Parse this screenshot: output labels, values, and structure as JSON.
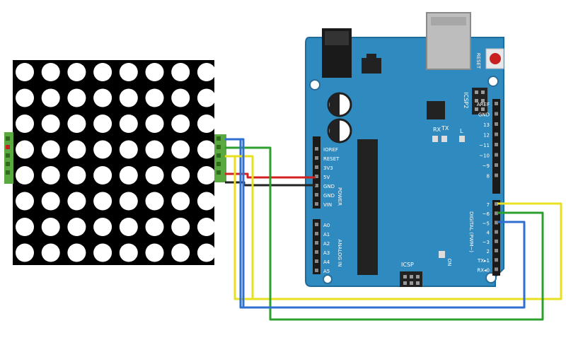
{
  "diagram": {
    "matrix": {
      "rows": 8,
      "cols": 8,
      "dot_color": "#ffffff",
      "body_color": "#000000"
    },
    "board": {
      "color": "#2f8ac0",
      "reset_label": "RESET",
      "icsp2_label": "ICSP2",
      "icsp_label": "ICSP",
      "rx_label": "RX",
      "tx_label": "TX",
      "l_label": "L",
      "on_label": "ON",
      "power_label": "POWER",
      "analog_label": "ANALOG IN",
      "digital_label": "DIGITAL (PWM~)",
      "power_pins": [
        "IOREF",
        "RESET",
        "3V3",
        "5V",
        "GND",
        "GND",
        "VIN"
      ],
      "analog_pins": [
        "A0",
        "A1",
        "A2",
        "A3",
        "A4",
        "A5"
      ],
      "digital_pins_top": [
        "AREF",
        "GND",
        "13",
        "12",
        "~11",
        "~10",
        "~9",
        "8"
      ],
      "digital_pins_bottom": [
        "7",
        "~6",
        "~5",
        "4",
        "~3",
        "2",
        "TX▸1",
        "RX◂0"
      ]
    },
    "wires": [
      {
        "name": "vcc-wire",
        "color": "#d32020"
      },
      {
        "name": "gnd-wire",
        "color": "#222222"
      },
      {
        "name": "din-wire",
        "color": "#e8e020"
      },
      {
        "name": "cs-wire",
        "color": "#2ca02c"
      },
      {
        "name": "clk-wire",
        "color": "#2f6fd0"
      }
    ]
  }
}
